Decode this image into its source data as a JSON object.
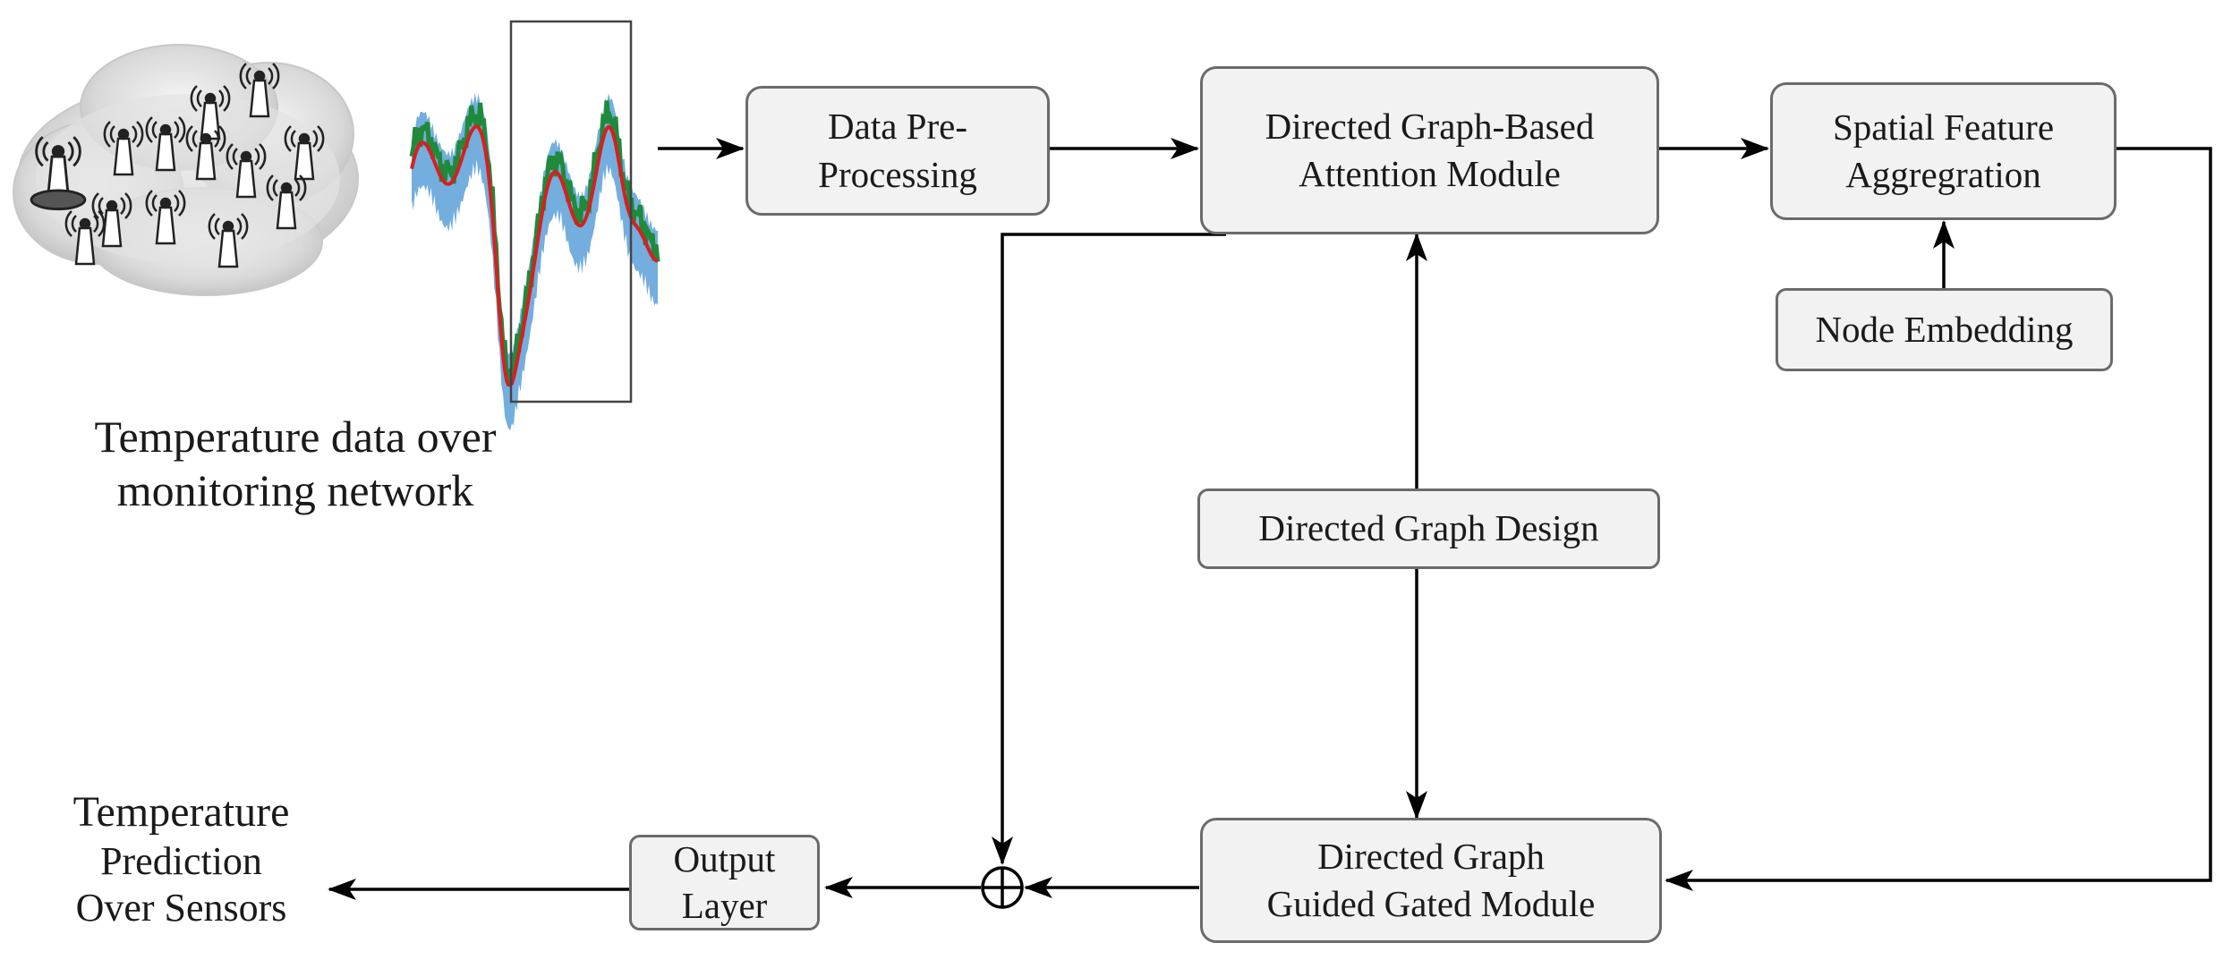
{
  "boxes": {
    "data_preprocessing": {
      "line1": "Data Pre-",
      "line2": "Processing"
    },
    "attention_module": {
      "line1": "Directed Graph-Based",
      "line2": "Attention Module"
    },
    "spatial_aggregation": {
      "line1": "Spatial Feature",
      "line2": "Aggregration"
    },
    "node_embedding": {
      "label": "Node Embedding"
    },
    "graph_design": {
      "label": "Directed Graph Design"
    },
    "gated_module": {
      "line1": "Directed Graph",
      "line2": "Guided Gated Module"
    },
    "output_layer": {
      "line1": "Output",
      "line2": "Layer"
    }
  },
  "captions": {
    "input": {
      "line1": "Temperature data over",
      "line2": "monitoring network"
    },
    "output": {
      "line1": "Temperature",
      "line2": "Prediction",
      "line3": "Over Sensors"
    }
  },
  "icons": {
    "sensor_cloud": "sensor-network-cloud-icon",
    "time_series": "temperature-time-series-icon",
    "sum_node": "circled-plus-icon"
  },
  "colors": {
    "box_fill": "#f2f2f2",
    "box_border": "#6b6b6b",
    "arrow": "#000000",
    "series_band": "#5aa0d8",
    "series_green": "#1f8a3a",
    "series_red": "#d62020"
  }
}
